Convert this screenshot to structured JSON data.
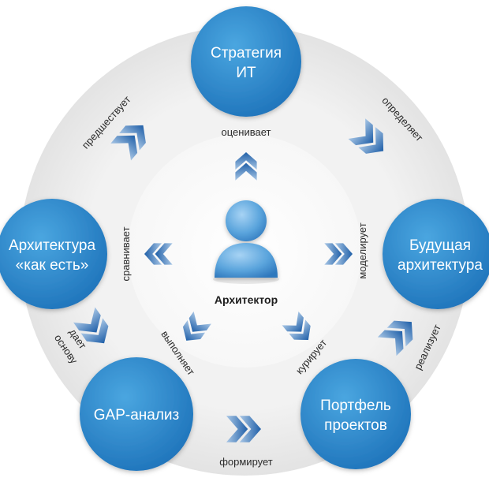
{
  "nodes": {
    "strategy": {
      "line1": "Стратегия",
      "line2": "ИТ"
    },
    "future": {
      "line1": "Будущая",
      "line2": "архитектура"
    },
    "portfolio": {
      "line1": "Портфель",
      "line2": "проектов"
    },
    "gap": {
      "line1": "GAP-анализ"
    },
    "asis": {
      "line1": "Архитектура",
      "line2": "«как есть»"
    }
  },
  "center": {
    "label": "Архитектор",
    "icon": "person-icon"
  },
  "verbs": {
    "precedes": "предшествует",
    "defines": "определяет",
    "evaluates": "оценивает",
    "compares": "сравнивает",
    "models": "моделирует",
    "gives_basis_1": "дает",
    "gives_basis_2": "основу",
    "executes": "выполняет",
    "curates": "курирует",
    "implements": "реализует",
    "forms": "формирует"
  },
  "colors": {
    "node_blue": "#1f7fc6",
    "node_blue_light": "#4aa6e0",
    "ring_gray": "#ebebeb",
    "arrow_blue": "#2b6cb2",
    "arrow_light": "#8fb6dc"
  }
}
